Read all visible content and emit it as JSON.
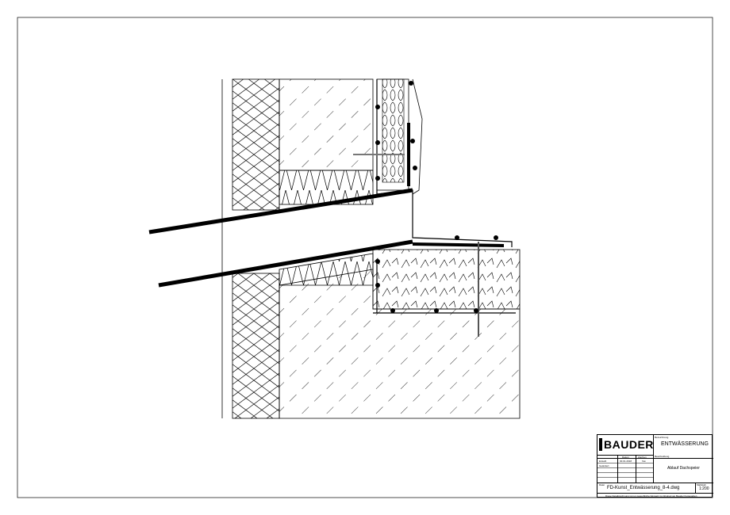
{
  "title_block": {
    "logo": "BAUDER",
    "bezeichnung_label": "Bezeichnung",
    "bezeichnung": "ENTWÄSSERUNG",
    "datum_label": "Datum",
    "zeichen_label": "Zeichen",
    "erstellt_label": "Erstellt",
    "erstellt_datum": "30.01.2018",
    "erstellt_zeichen": "fnw",
    "geaendert_label": "Geändert",
    "beschreibung_label": "Beschreibung",
    "beschreibung": "Ablauf Dachspeier",
    "datei_label": "Datei",
    "datei": "FD-Kunst_Entwässerung_8-4.dwg",
    "massstab_label": "Maßstab",
    "massstab": "1:200",
    "footer": "Diese Detailzeichnung ist nur gewerblicher Einsatz im Original von Bauder freigegeben"
  }
}
